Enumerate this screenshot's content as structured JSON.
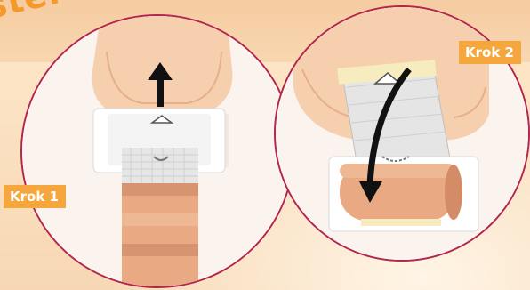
{
  "header": {
    "partial_word": "ster"
  },
  "steps": [
    {
      "label": "Krok 1"
    },
    {
      "label": "Krok 2"
    }
  ],
  "colors": {
    "accent_orange": "#f5a63c",
    "title_orange": "#f59a2a",
    "circle_border": "#b2264e",
    "skin": "#f6cfae",
    "plaster": "#e8a983"
  }
}
